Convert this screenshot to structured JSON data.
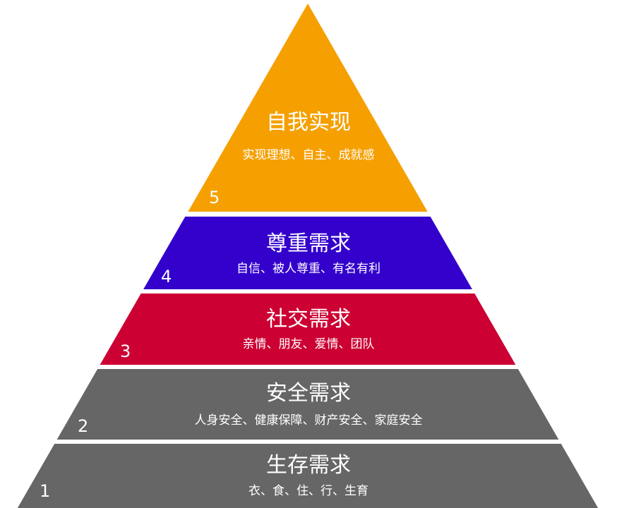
{
  "levels": [
    {
      "number": "5",
      "title": "自我实现",
      "desc": "实现理想、自主、成就感",
      "color": "#F5A000"
    },
    {
      "number": "4",
      "title": "尊重需求",
      "desc": "自信、被人尊重、有名有利",
      "color": "#3300CC"
    },
    {
      "number": "3",
      "title": "社交需求",
      "desc": "亲情、朋友、爱情、团队",
      "color": "#CC0033"
    },
    {
      "number": "2",
      "title": "安全需求",
      "desc": "人身安全、健康保障、财产安全、家庭安全",
      "color": "#666666"
    },
    {
      "number": "1",
      "title": "生存需求",
      "desc": "衣、食、住、行、生育",
      "color": "#666666"
    }
  ]
}
